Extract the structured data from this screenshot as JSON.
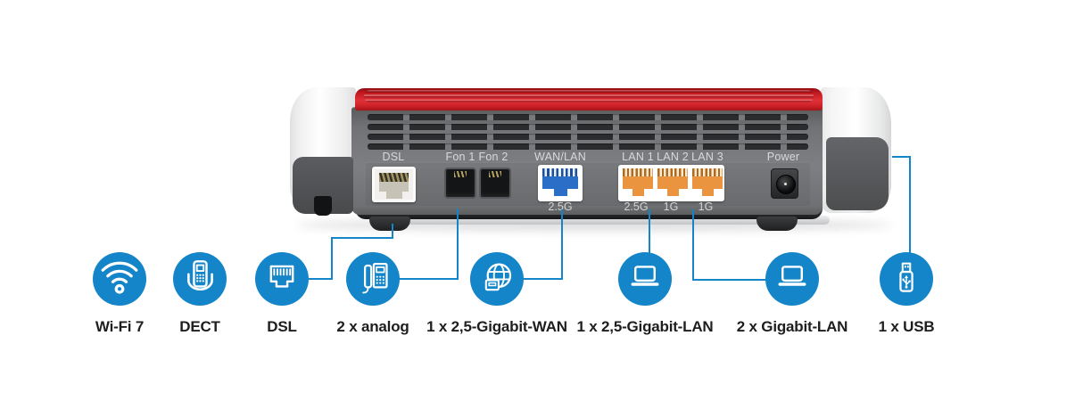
{
  "colors": {
    "accent_blue": "#1485c8",
    "router_red": "#d32027",
    "wan_port_blue": "#2b6ec8",
    "lan_port_orange": "#ea9440",
    "body_gray": "#7d7f82"
  },
  "router": {
    "port_labels": [
      "DSL",
      "Fon 1",
      "Fon 2",
      "WAN/LAN",
      "LAN 1",
      "LAN 2",
      "LAN 3",
      "Power"
    ],
    "speed_labels": [
      "2.5G",
      "2.5G",
      "1G",
      "1G"
    ]
  },
  "features": [
    {
      "label": "Wi-Fi 7",
      "icon": "wifi-icon"
    },
    {
      "label": "DECT",
      "icon": "dect-handset-icon"
    },
    {
      "label": "DSL",
      "icon": "dsl-jack-icon"
    },
    {
      "label": "2 x analog",
      "icon": "analog-phone-icon"
    },
    {
      "label": "1 x 2,5-Gigabit-WAN",
      "icon": "globe-wan-icon"
    },
    {
      "label": "1 x 2,5-Gigabit-LAN",
      "icon": "laptop-icon"
    },
    {
      "label": "2 x Gigabit-LAN",
      "icon": "laptop-icon"
    },
    {
      "label": "1 x USB",
      "icon": "usb-stick-icon"
    }
  ]
}
